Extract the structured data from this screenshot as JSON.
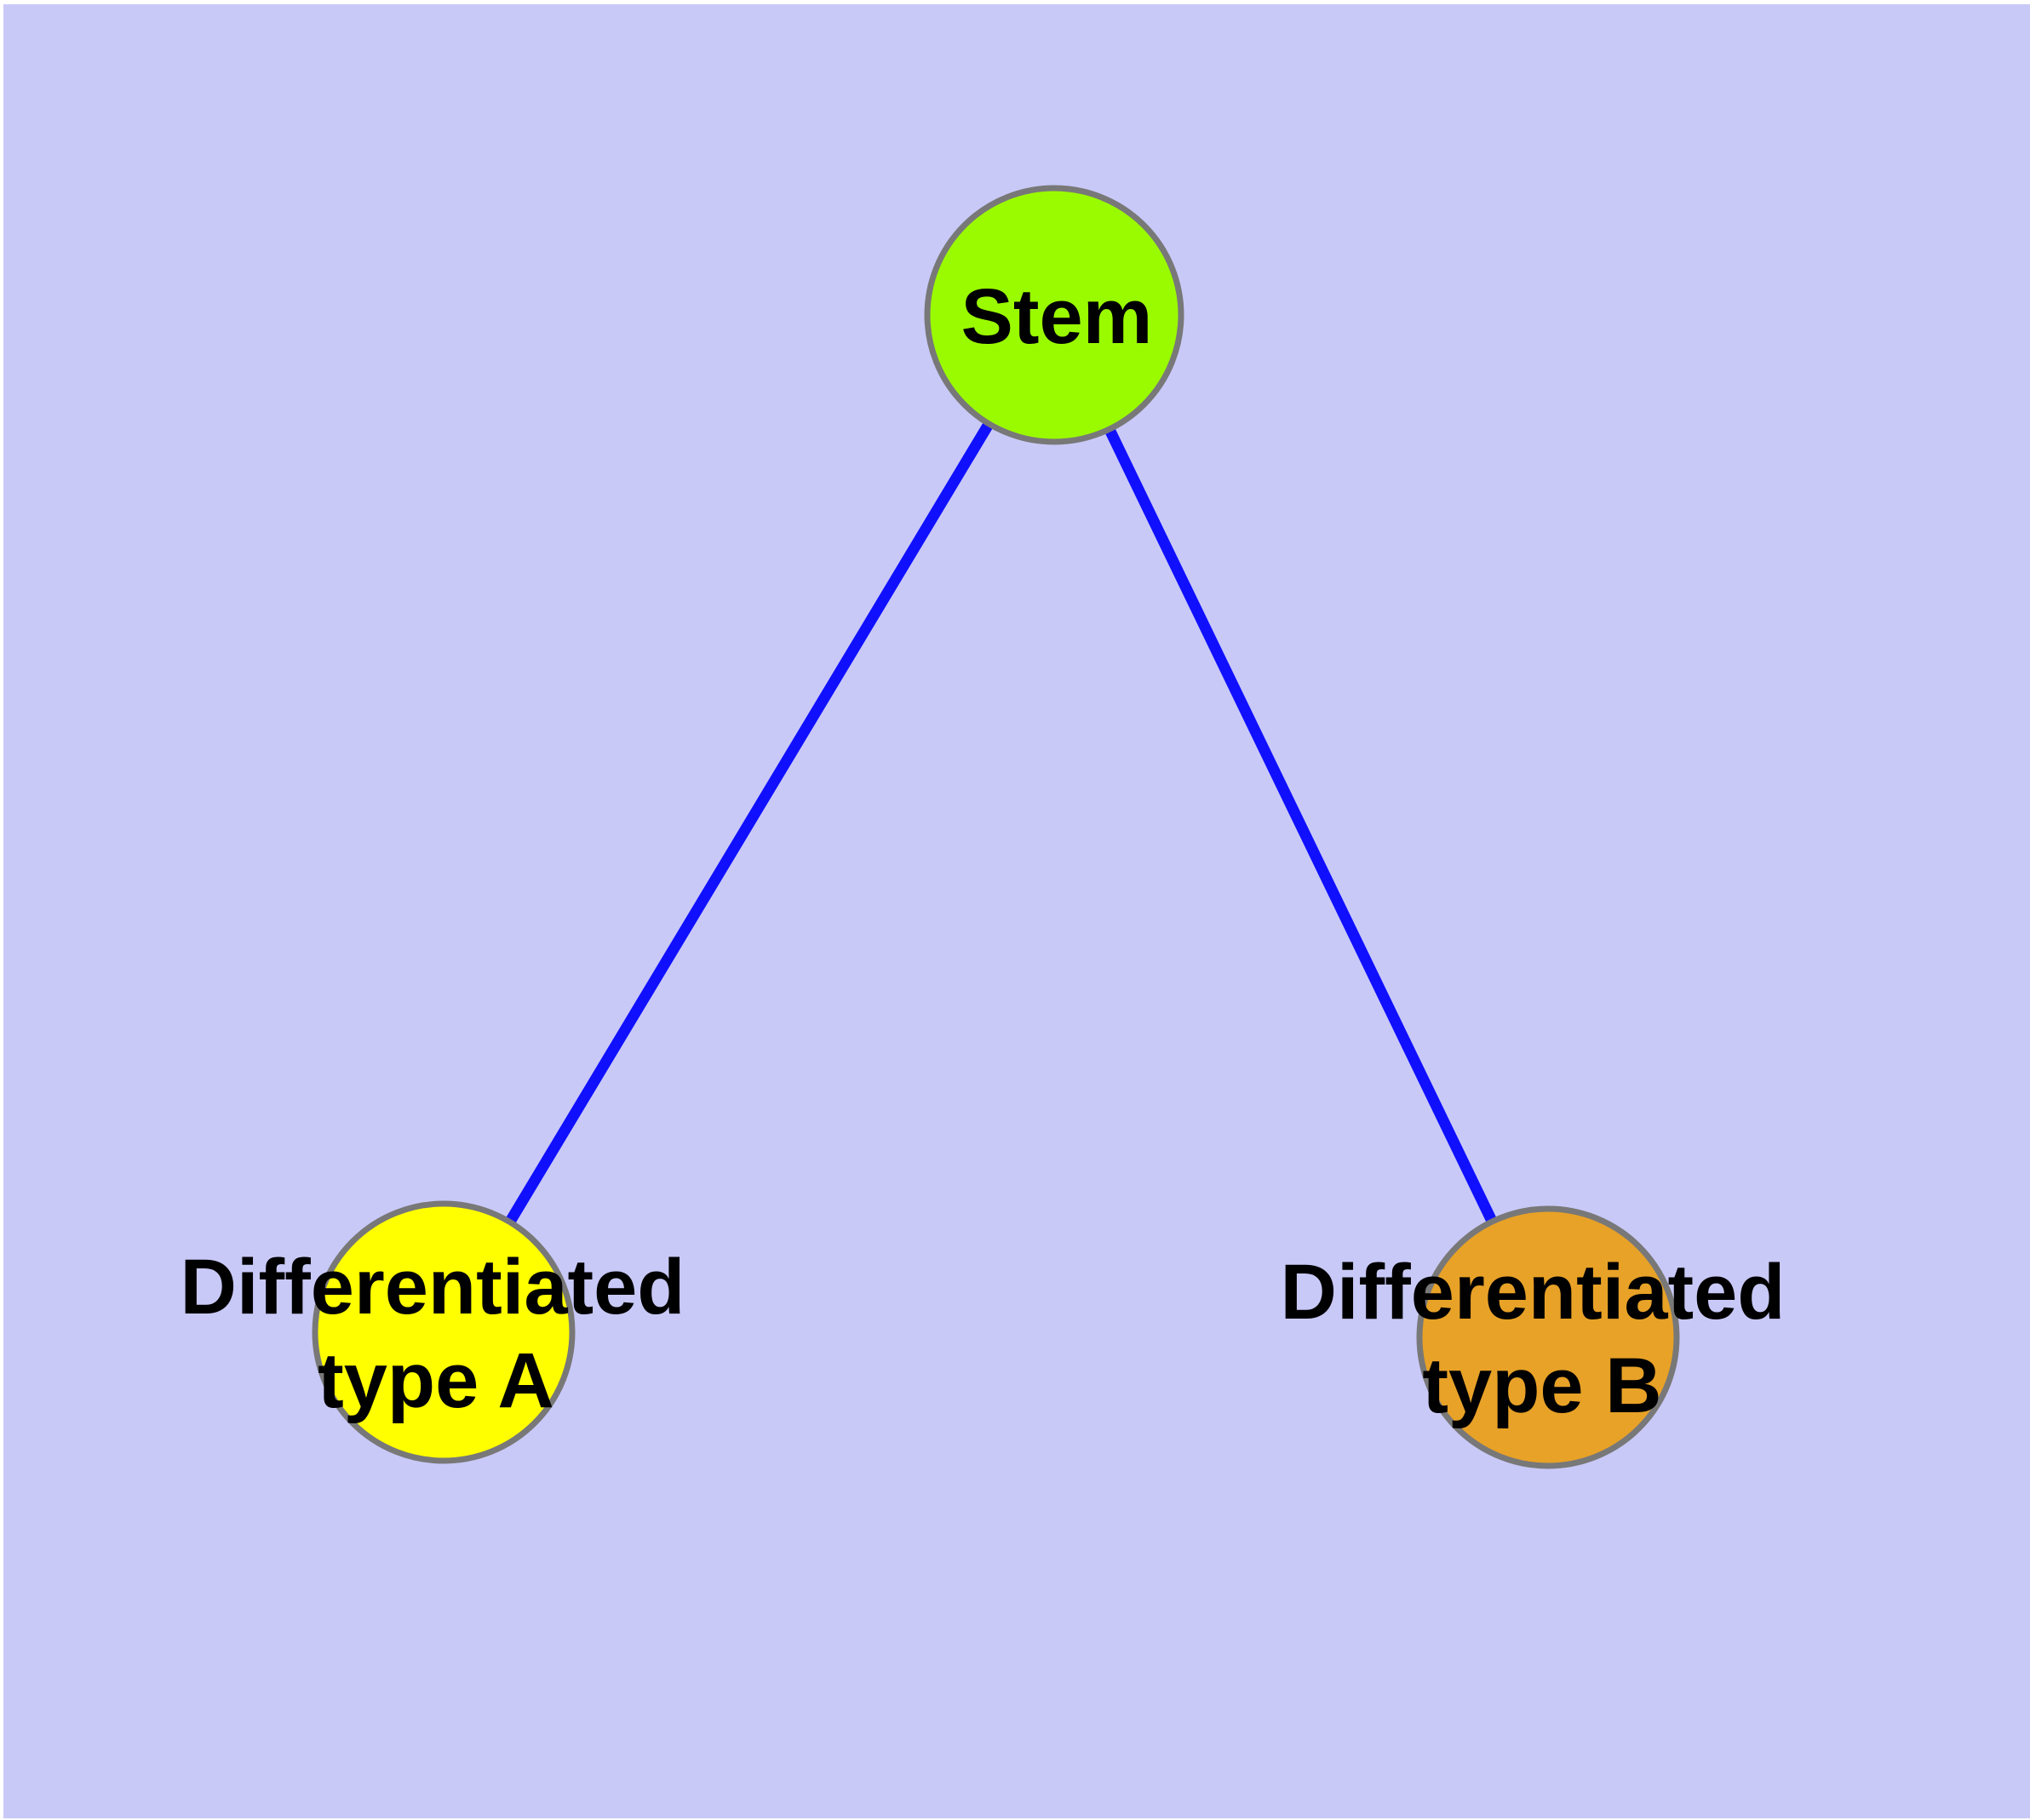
{
  "diagram": {
    "title": "Stem cell differentiation graph",
    "type": "node-link-graph",
    "colors": {
      "page_margin": "#ffffff",
      "background": "#c9c9f8",
      "edge": "#1010ff",
      "node_border": "#787878",
      "label_text": "#000000"
    },
    "nodes": [
      {
        "id": "stem",
        "label": "Stem",
        "label_lines": {
          "line1": "Stem"
        },
        "fill": "#9afb00"
      },
      {
        "id": "type-a",
        "label": "Differentiated type A",
        "label_lines": {
          "line1": "Differentiated",
          "line2": "type A"
        },
        "fill": "#ffff00"
      },
      {
        "id": "type-b",
        "label": "Differentiated type B",
        "label_lines": {
          "line1": "Differentiated",
          "line2": "type B"
        },
        "fill": "#e8a227"
      }
    ],
    "edges": [
      {
        "from": "Stem",
        "to": "Differentiated type A"
      },
      {
        "from": "Stem",
        "to": "Differentiated type B"
      }
    ]
  }
}
